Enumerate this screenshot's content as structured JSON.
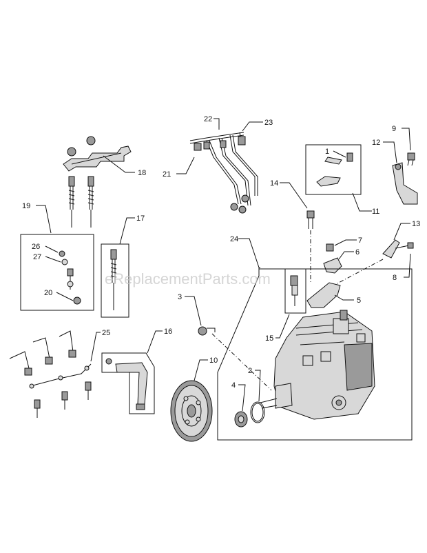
{
  "watermark": "eReplacementParts.com",
  "callouts": [
    {
      "id": "c1",
      "label": "1"
    },
    {
      "id": "c2",
      "label": "2"
    },
    {
      "id": "c3",
      "label": "3"
    },
    {
      "id": "c4",
      "label": "4"
    },
    {
      "id": "c5",
      "label": "5"
    },
    {
      "id": "c6",
      "label": "6"
    },
    {
      "id": "c7",
      "label": "7"
    },
    {
      "id": "c8",
      "label": "8"
    },
    {
      "id": "c9",
      "label": "9"
    },
    {
      "id": "c10",
      "label": "10"
    },
    {
      "id": "c11",
      "label": "11"
    },
    {
      "id": "c12",
      "label": "12"
    },
    {
      "id": "c13",
      "label": "13"
    },
    {
      "id": "c14",
      "label": "14"
    },
    {
      "id": "c15",
      "label": "15"
    },
    {
      "id": "c16",
      "label": "16"
    },
    {
      "id": "c17",
      "label": "17"
    },
    {
      "id": "c18",
      "label": "18"
    },
    {
      "id": "c19",
      "label": "19"
    },
    {
      "id": "c20",
      "label": "20"
    },
    {
      "id": "c21",
      "label": "21"
    },
    {
      "id": "c22",
      "label": "22"
    },
    {
      "id": "c23",
      "label": "23"
    },
    {
      "id": "c24",
      "label": "24"
    },
    {
      "id": "c25",
      "label": "25"
    },
    {
      "id": "c26",
      "label": "26"
    },
    {
      "id": "c27",
      "label": "27"
    }
  ]
}
